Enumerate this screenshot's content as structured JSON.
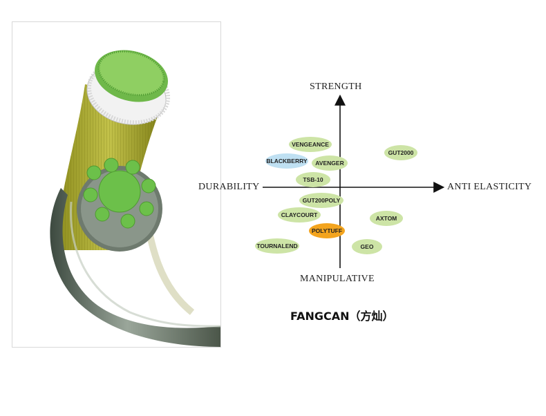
{
  "diagram": {
    "axes": {
      "top": "STRENGTH",
      "bottom": "MANIPULATIVE",
      "left": "DURABILITY",
      "right": "ANTI ELASTICITY"
    },
    "caption": "FANGCAN（方灿）",
    "colors": {
      "green": "#cde4a6",
      "blue": "#bfe0f2",
      "orange": "#f3a41e",
      "axis": "#111111"
    },
    "products": [
      {
        "label": "VENGEANCE",
        "color": "green"
      },
      {
        "label": "BLACKBERRY",
        "color": "blue"
      },
      {
        "label": "AVENGER",
        "color": "green"
      },
      {
        "label": "GUT2000",
        "color": "green"
      },
      {
        "label": "TSB-10",
        "color": "green"
      },
      {
        "label": "GUT200POLY",
        "color": "green"
      },
      {
        "label": "CLAYCOURT",
        "color": "green"
      },
      {
        "label": "AXTOM",
        "color": "green"
      },
      {
        "label": "POLYTUFF",
        "color": "orange"
      },
      {
        "label": "TOURNALEND",
        "color": "green"
      },
      {
        "label": "GEO",
        "color": "green"
      }
    ]
  }
}
